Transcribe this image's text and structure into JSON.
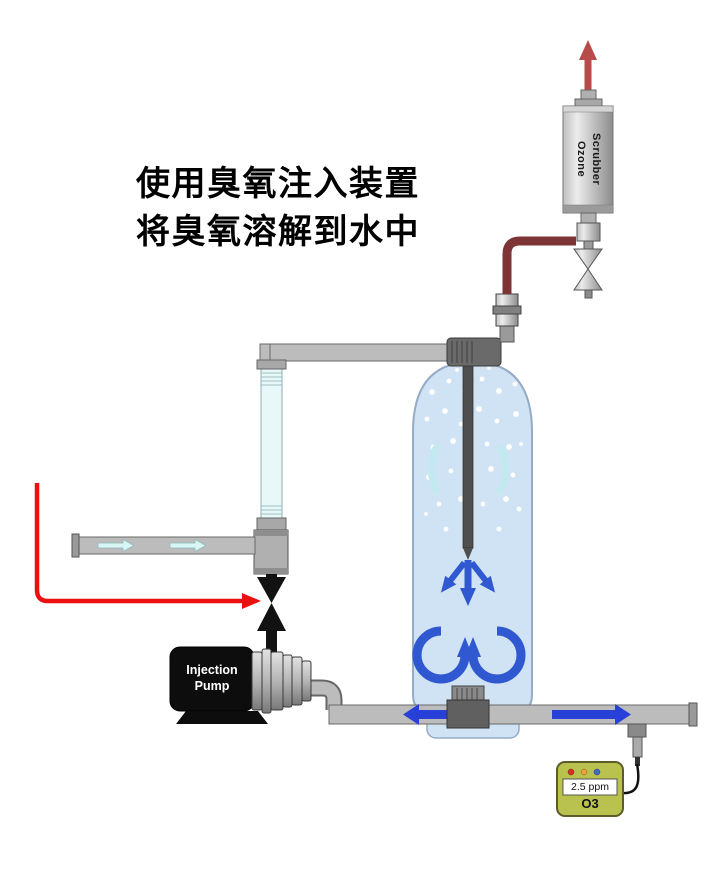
{
  "caption": {
    "line1": "使用臭氧注入装置",
    "line2": "将臭氧溶解到水中"
  },
  "scrubber": {
    "label_line1": "Ozone",
    "label_line2": "Scrubber"
  },
  "pump": {
    "label_line1": "Injection",
    "label_line2": "Pump"
  },
  "meter": {
    "reading": "2.5 ppm",
    "gas_label": "O3"
  },
  "colors": {
    "tank_blue": "#cfe3f4",
    "pipe_gray": "#bcbcbc",
    "flow_blue": "#2740d8",
    "internal_blue": "#3058d0",
    "inlet_red": "#ea1010",
    "ozone_line_maroon": "#7c3434",
    "vent_red": "#b84a4a",
    "clear_pipe_cyan": "#e8f8f8",
    "meter_green": "#b9c24e"
  }
}
